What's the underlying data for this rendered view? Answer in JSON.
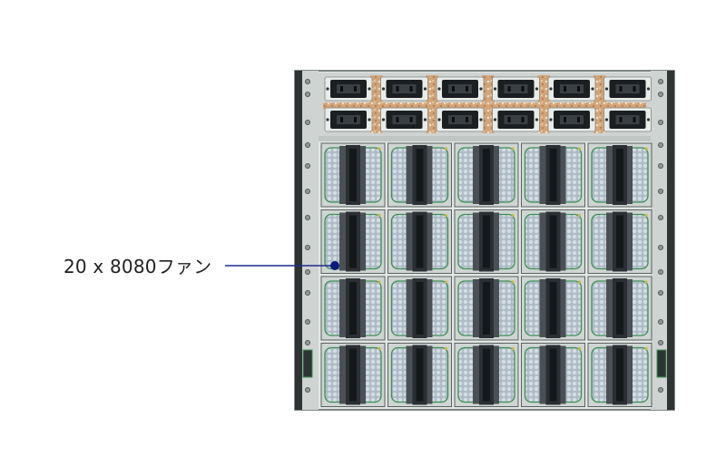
{
  "callout": {
    "label": "20 x 8080ファン"
  },
  "chassis": {
    "fan_grid": {
      "rows": 4,
      "cols": 5,
      "count": 20
    },
    "power_inlets": {
      "rows": 2,
      "cols": 6
    }
  },
  "colors": {
    "frame": "#d7dbd9",
    "frame_edge": "#6c7572",
    "rail": "#2d3231",
    "fan_mesh": "#b9c3cc",
    "fan_bar": "#2b2f33",
    "accent_green": "#3e8f55",
    "inlet_body": "#1c1f22",
    "inlet_bg": "#d6a071",
    "callout_line": "#1d2b8f",
    "callout_dot": "#0c1a7a"
  }
}
